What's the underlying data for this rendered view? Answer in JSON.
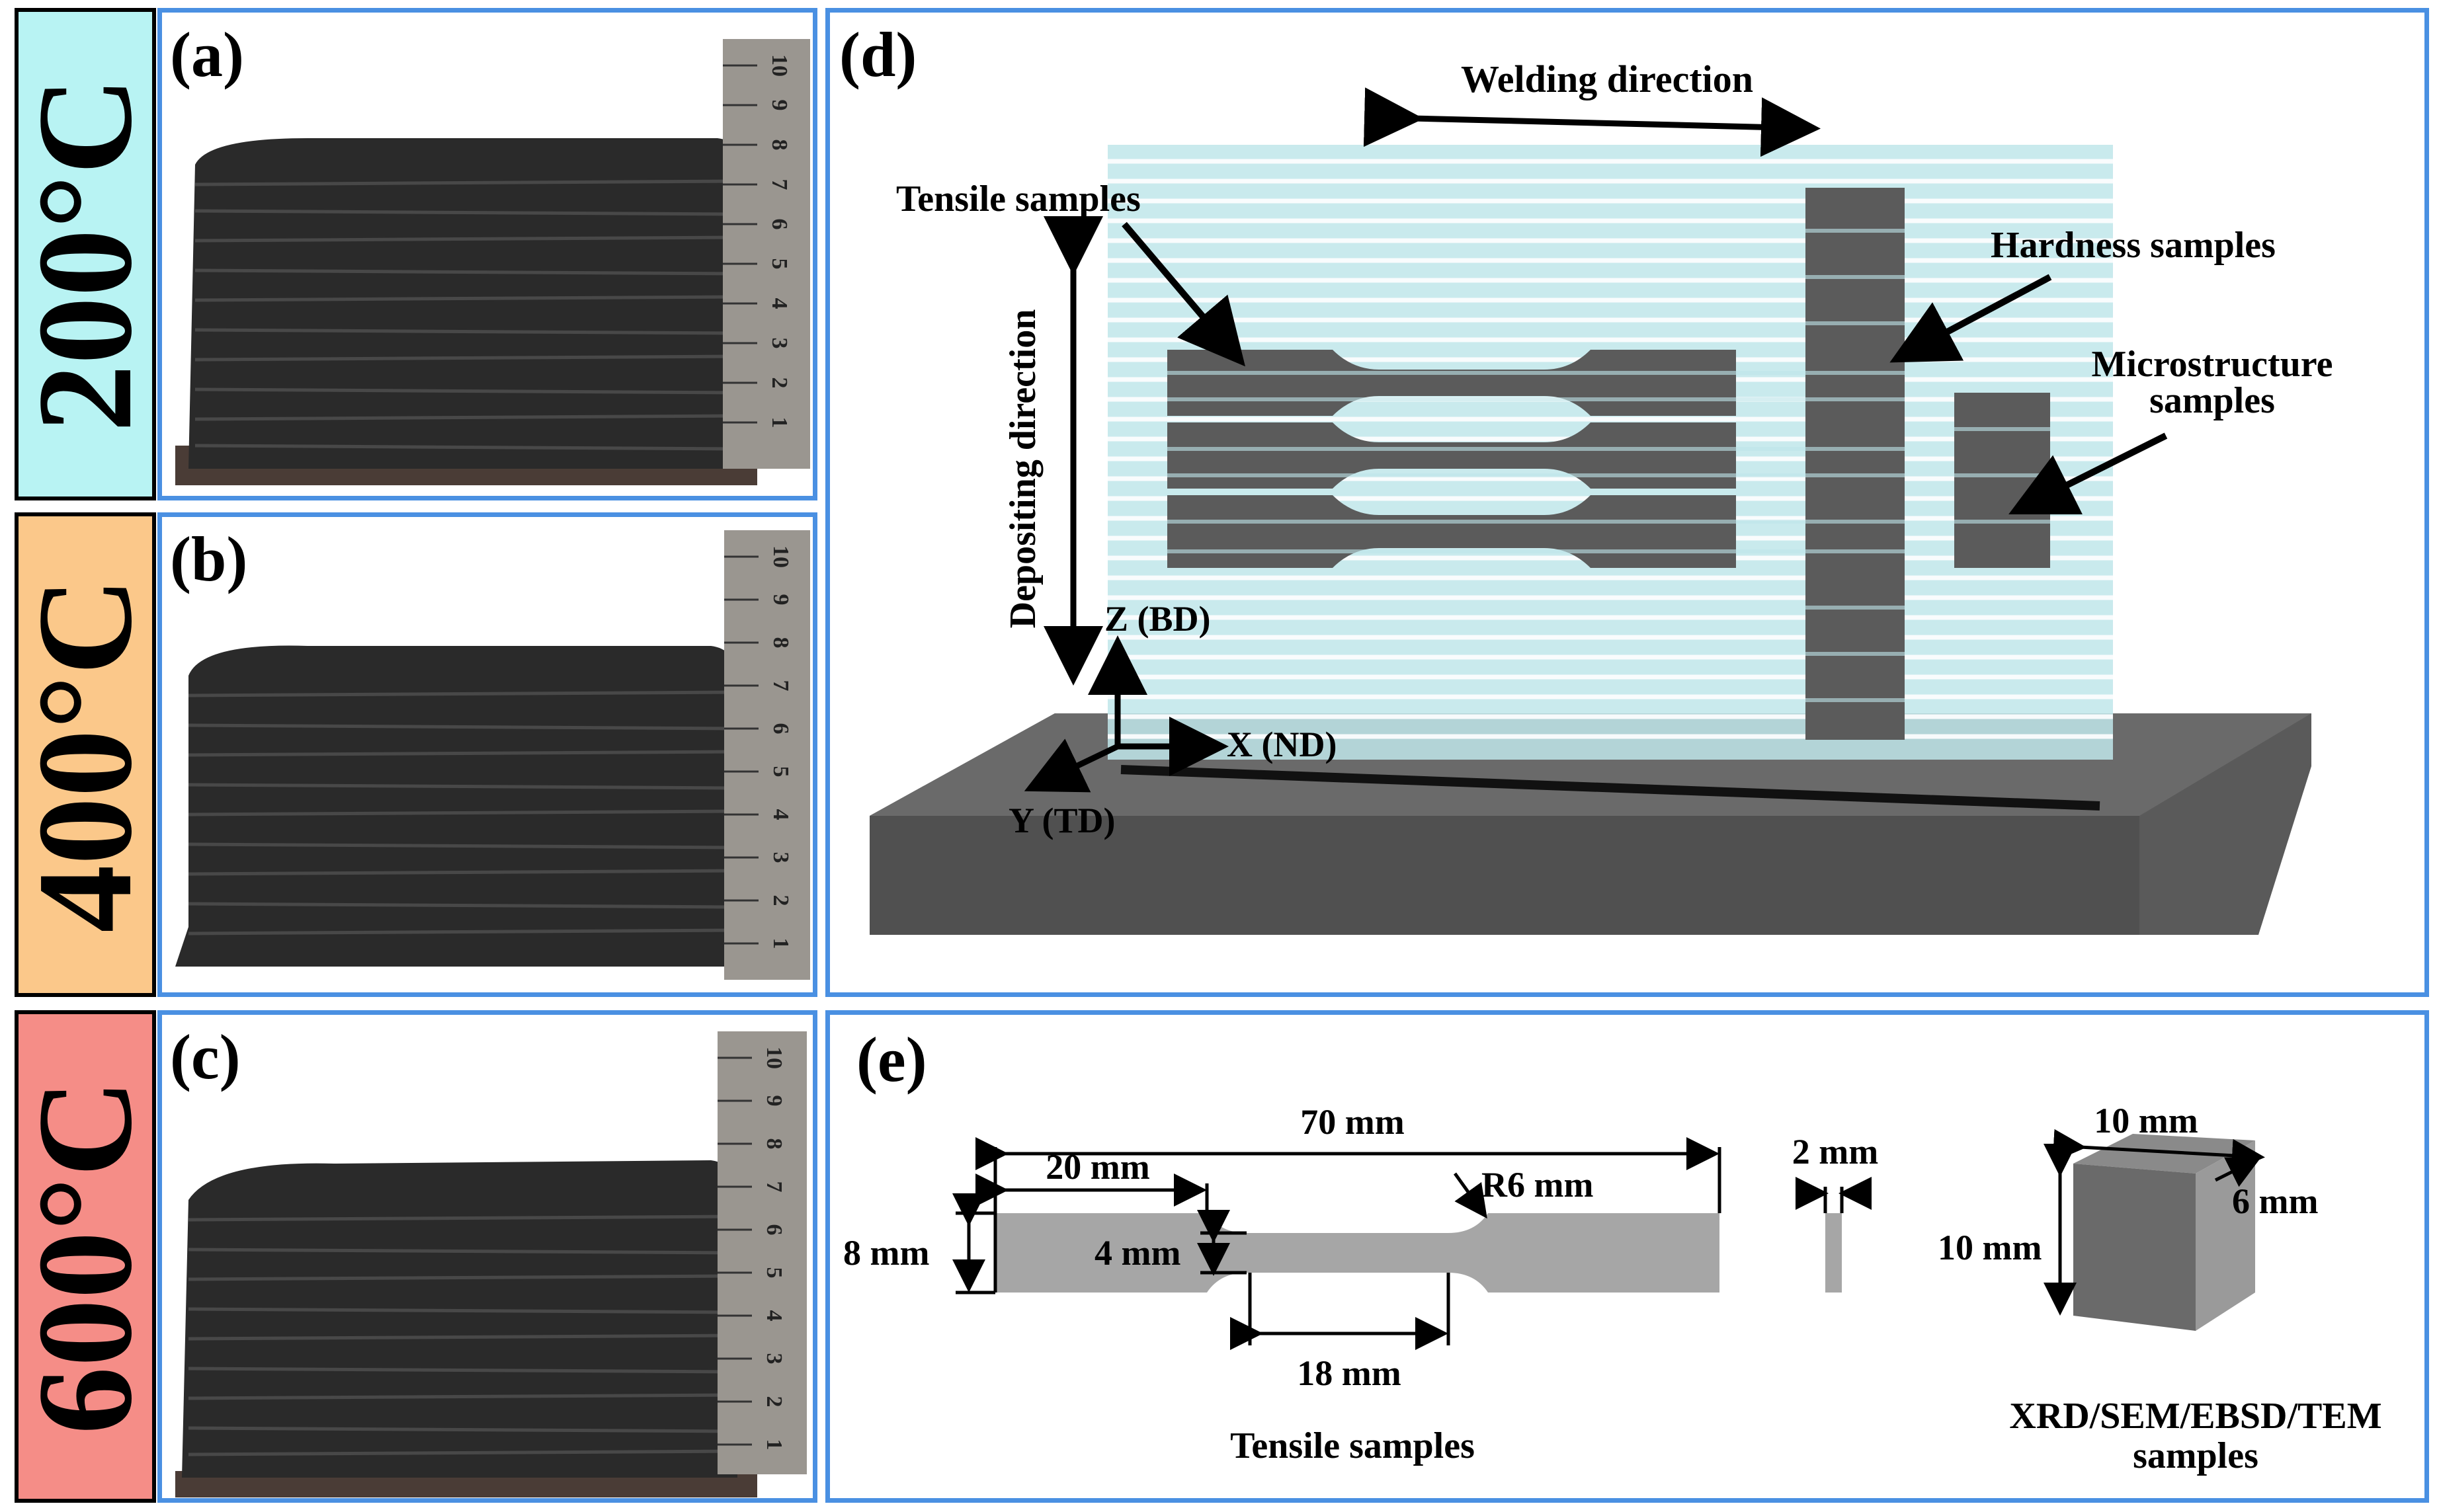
{
  "temperatures": [
    {
      "label": "200°C",
      "color": "#b8f3f3"
    },
    {
      "label": "400°C",
      "color": "#fbc88a"
    },
    {
      "label": "600°C",
      "color": "#f58d87"
    }
  ],
  "panels": {
    "a": "(a)",
    "b": "(b)",
    "c": "(c)",
    "d": "(d)",
    "e": "(e)"
  },
  "ruler_numbers": [
    "1",
    "2",
    "3",
    "4",
    "5",
    "6",
    "7",
    "8",
    "9",
    "10"
  ],
  "diagram_d": {
    "welding_direction": "Welding direction",
    "depositing_direction": "Depositing direction",
    "tensile_samples": "Tensile samples",
    "hardness_samples": "Hardness samples",
    "microstructure_samples_line1": "Microstructure",
    "microstructure_samples_line2": "samples",
    "axis_z": "Z (BD)",
    "axis_x": "X (ND)",
    "axis_y": "Y (TD)"
  },
  "diagram_e": {
    "dim_70": "70 mm",
    "dim_20": "20 mm",
    "dim_r6": "R6 mm",
    "dim_8": "8 mm",
    "dim_4": "4 mm",
    "dim_18": "18 mm",
    "dim_2": "2 mm",
    "tensile_caption": "Tensile samples",
    "cube_10_top": "10 mm",
    "cube_6": "6 mm",
    "cube_10_side": "10 mm",
    "xrd_caption_line1": "XRD/SEM/EBSD/TEM",
    "xrd_caption_line2": "samples"
  },
  "colors": {
    "panel_border": "#4a90e2",
    "wall_fill": "#bfe6ea",
    "sample_fill": "#5b5b5b",
    "plate_fill": "#555555",
    "specimen_fill": "#a6a6a6"
  }
}
